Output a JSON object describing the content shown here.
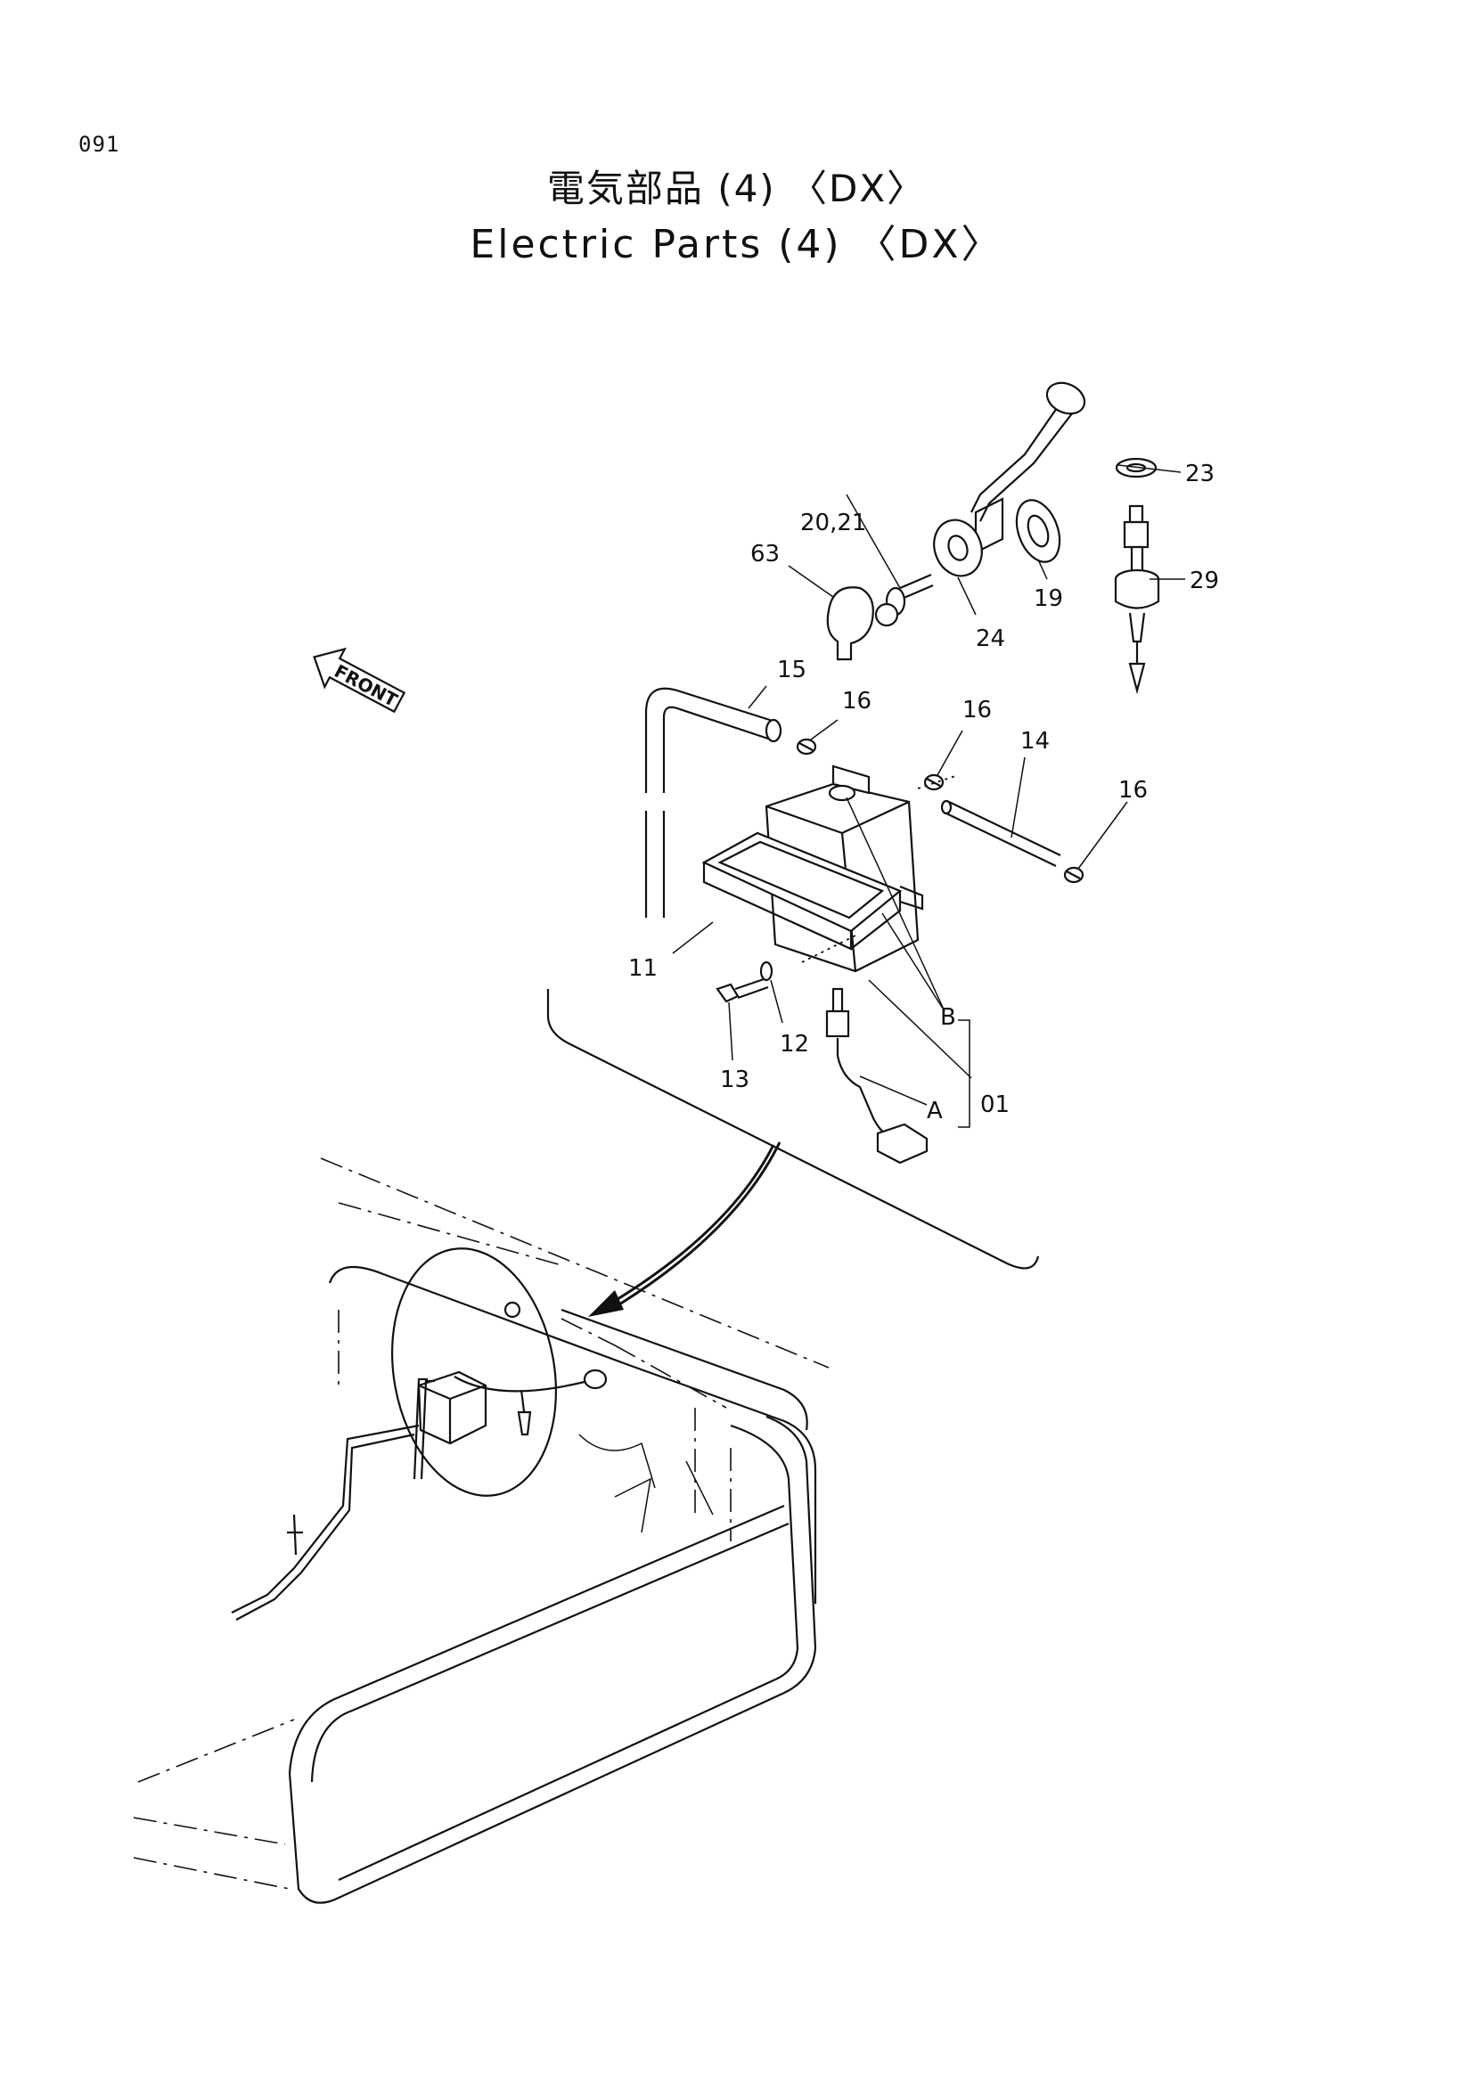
{
  "page_number": "091",
  "title_jp": "電気部品 (4) 〈DX〉",
  "title_en": "Electric Parts (4) 〈DX〉",
  "front_arrow_label": "FRONT",
  "callouts": {
    "c23": "23",
    "c2021": "20,21",
    "c63": "63",
    "c19": "19",
    "c29": "29",
    "c24": "24",
    "c15": "15",
    "c16a": "16",
    "c16b": "16",
    "c14": "14",
    "c16c": "16",
    "c11": "11",
    "cB": "B",
    "c12": "12",
    "c13": "13",
    "c01": "01",
    "cA": "A"
  }
}
